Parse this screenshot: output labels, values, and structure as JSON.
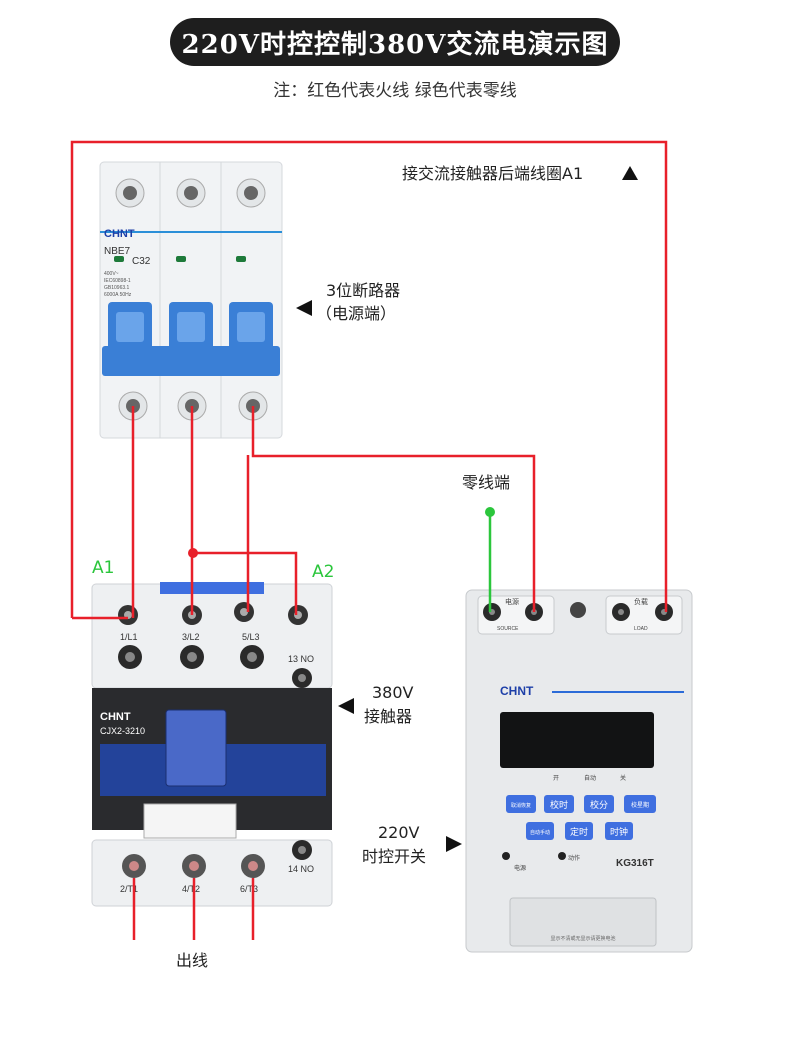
{
  "title": "220V时控控制380V交流电演示图",
  "note": "注：红色代表火线 绿色代表零线",
  "labels": {
    "coil_a1_top": "接交流接触器后端线圈A1",
    "breaker_line1": "3位断路器",
    "breaker_line2": "（电源端）",
    "neutral_end": "零线端",
    "a1": "A1",
    "a2": "A2",
    "contactor_line1": "380V",
    "contactor_line2": "接触器",
    "timer_line1": "220V",
    "timer_line2": "时控开关",
    "output": "出线"
  },
  "breaker": {
    "brand": "CHNT",
    "model": "NBE7",
    "rating": "C32",
    "spec1": "400V~",
    "spec2": "IEC60898-1",
    "spec3": "GB10963.1",
    "spec4": "6000A 50Hz"
  },
  "contactor": {
    "brand": "CHNT",
    "model": "CJX2-3210",
    "t_l1": "1/L1",
    "t_l2": "3/L2",
    "t_l3": "5/L3",
    "t_no13": "13 NO",
    "t_t1": "2/T1",
    "t_t2": "4/T2",
    "t_t3": "6/T3",
    "t_no14": "14 NO"
  },
  "timer": {
    "brand": "CHNT",
    "model": "KG316T",
    "source_label": "电源",
    "source_en": "SOURCE",
    "load_label": "负载",
    "load_en": "LOAD",
    "mode_on": "开",
    "mode_auto": "自动",
    "mode_off": "关",
    "btn1": "取消恢复",
    "btn2": "校时",
    "btn3": "校分",
    "btn4": "校星期",
    "btn5": "自动手动",
    "btn6": "定时",
    "btn7": "时钟",
    "led_power": "电源",
    "led_action": "动作",
    "cover_text": "显示不清或无显示请更换电池"
  },
  "colors": {
    "live": "#e8202a",
    "neutral": "#2bc63c",
    "button": "#3f6fe0",
    "title_bg": "#1e1e1e"
  }
}
